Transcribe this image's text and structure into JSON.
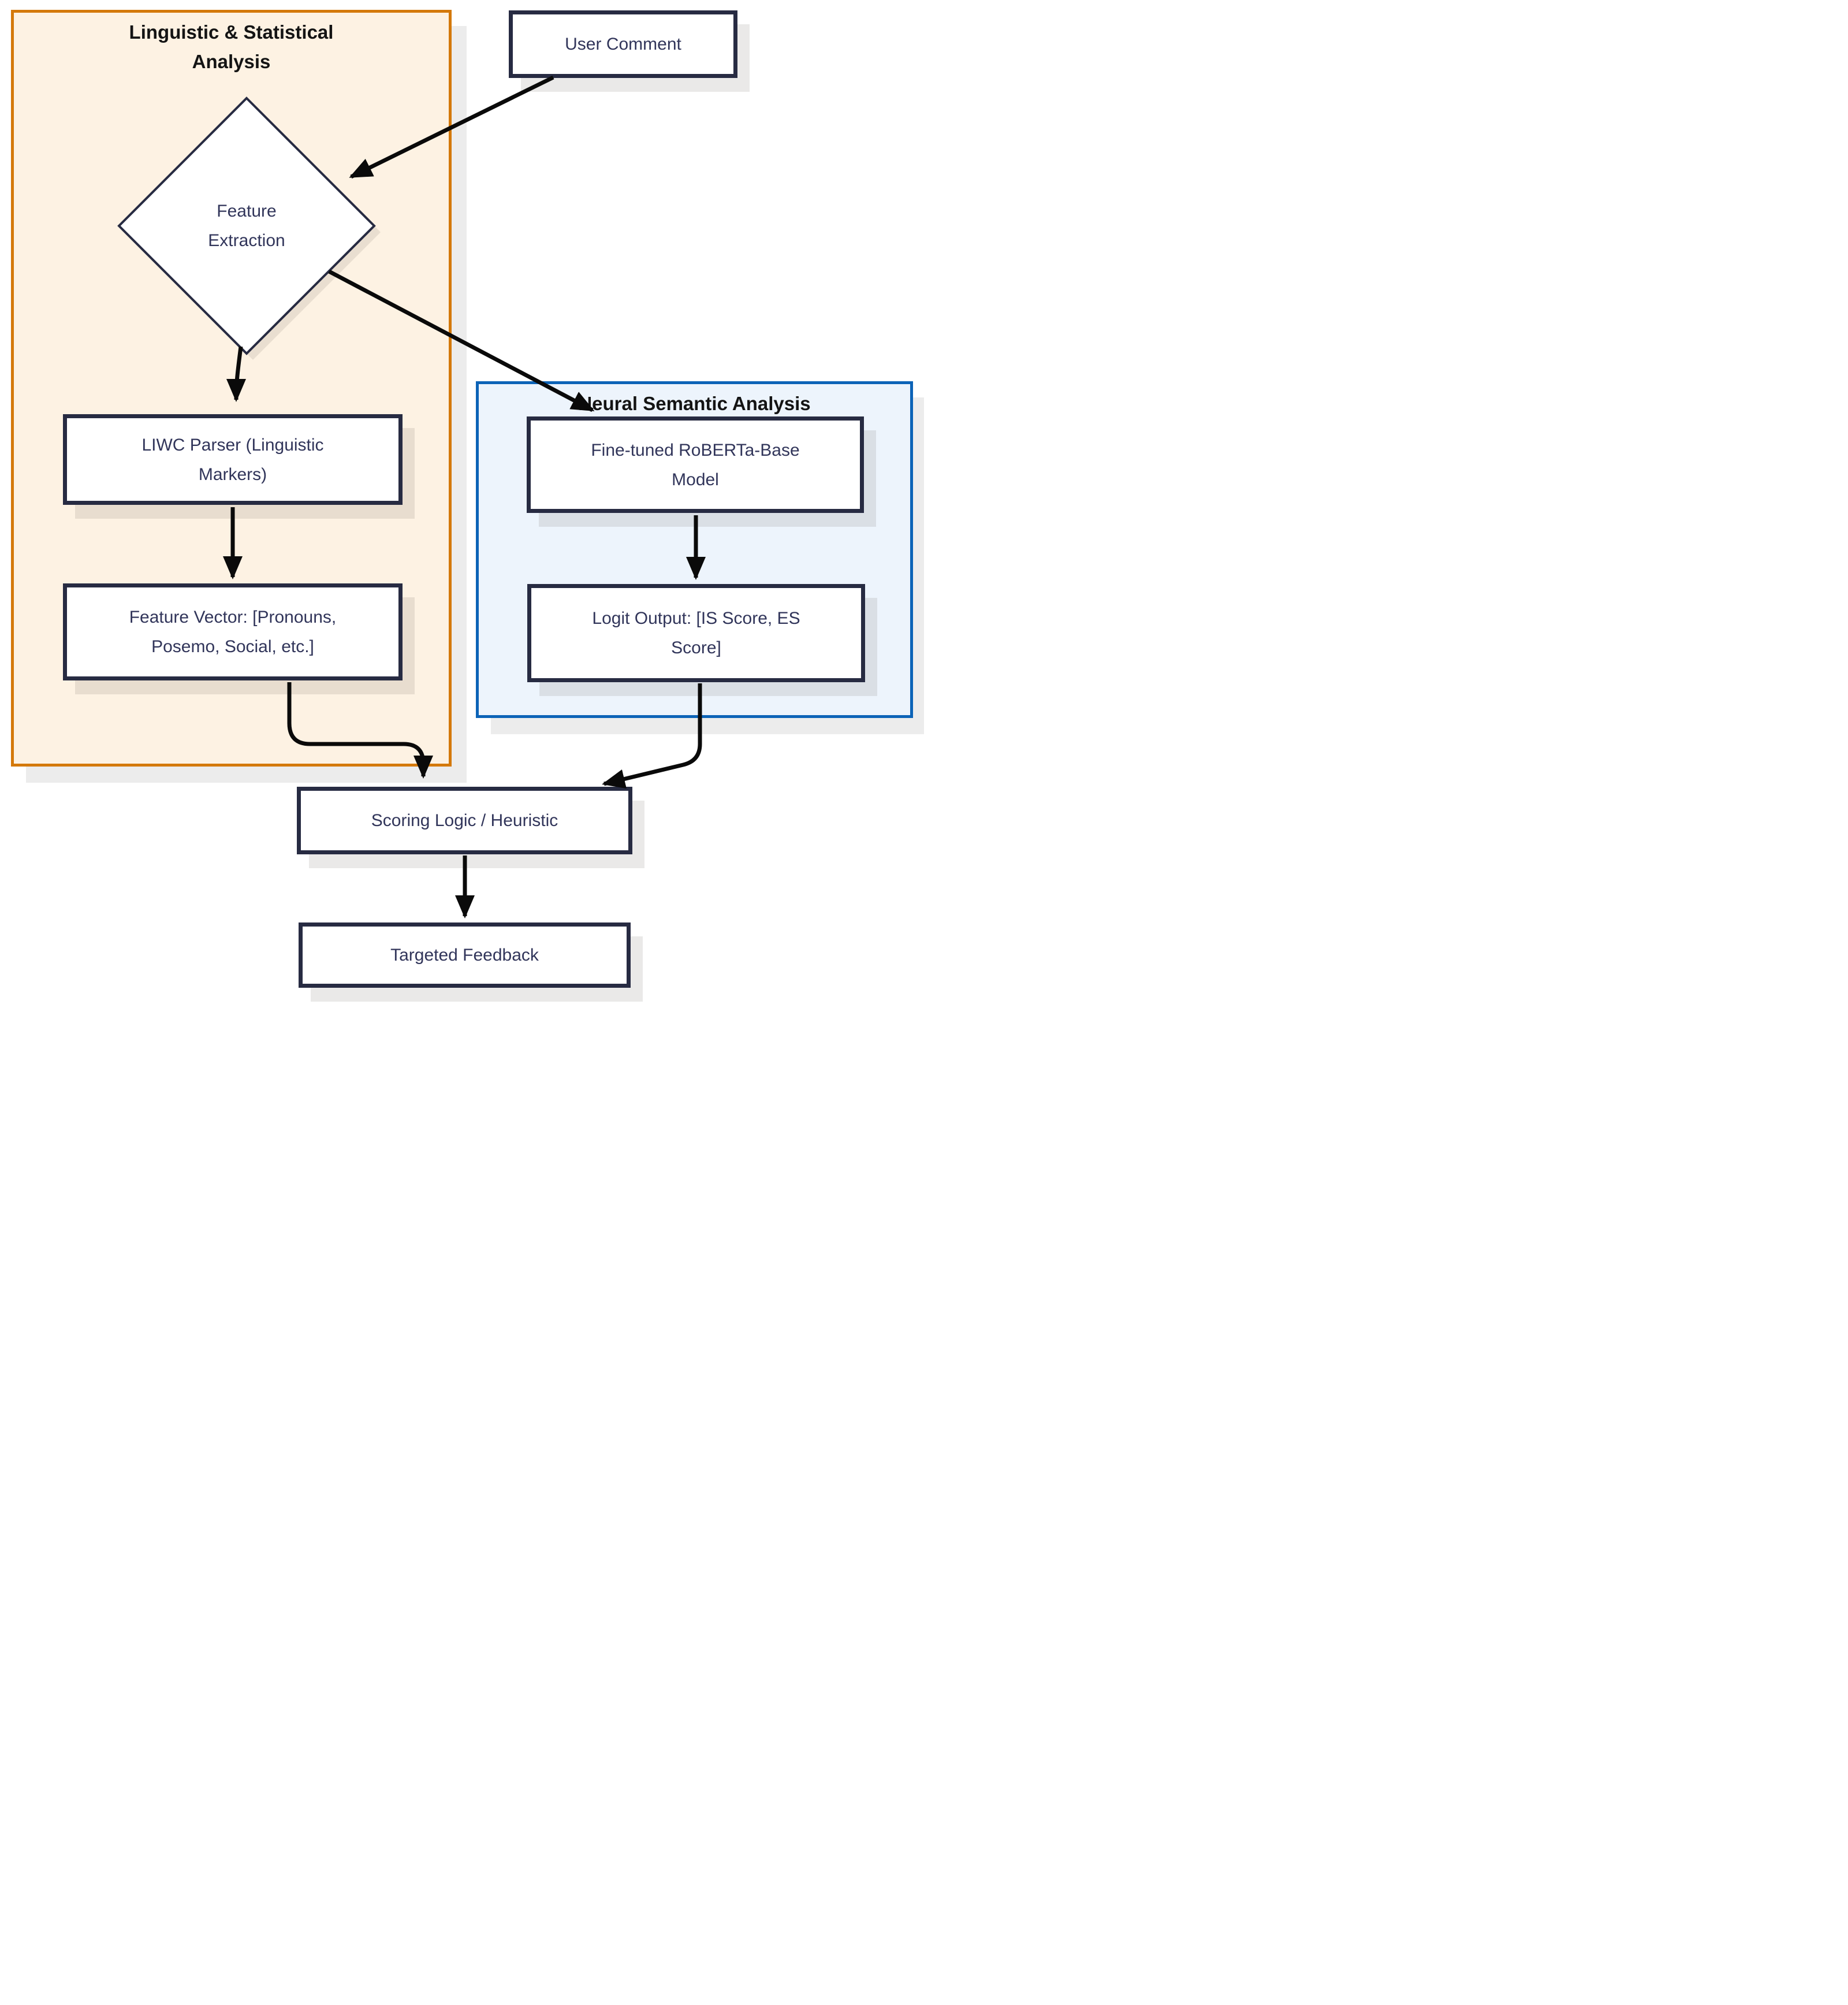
{
  "diagram": {
    "containers": {
      "linguistic": {
        "title": "Linguistic & Statistical Analysis",
        "border_color": "#d4790b",
        "fill_color": "#fdf2e3"
      },
      "neural": {
        "title": "Neural Semantic Analysis",
        "border_color": "#0c63b7",
        "fill_color": "#edf4fc"
      }
    },
    "nodes": {
      "user_comment": {
        "label": "User Comment",
        "shape": "rectangle"
      },
      "feature_extraction": {
        "label": "Feature Extraction",
        "shape": "diamond"
      },
      "liwc_parser": {
        "label": "LIWC Parser (Linguistic Markers)",
        "shape": "rectangle"
      },
      "feature_vector": {
        "label": "Feature Vector: [Pronouns, Posemo, Social, etc.]",
        "shape": "rectangle"
      },
      "roberta_model": {
        "label": "Fine-tuned RoBERTa-Base Model",
        "shape": "rectangle"
      },
      "logit_output": {
        "label": "Logit Output: [IS Score, ES Score]",
        "shape": "rectangle"
      },
      "scoring_logic": {
        "label": "Scoring Logic / Heuristic",
        "shape": "rectangle"
      },
      "targeted_feedback": {
        "label": "Targeted Feedback",
        "shape": "rectangle"
      }
    },
    "edges": [
      {
        "from": "user_comment",
        "to": "feature_extraction"
      },
      {
        "from": "feature_extraction",
        "to": "liwc_parser"
      },
      {
        "from": "feature_extraction",
        "to": "roberta_model"
      },
      {
        "from": "liwc_parser",
        "to": "feature_vector"
      },
      {
        "from": "roberta_model",
        "to": "logit_output"
      },
      {
        "from": "feature_vector",
        "to": "scoring_logic"
      },
      {
        "from": "logit_output",
        "to": "scoring_logic"
      },
      {
        "from": "scoring_logic",
        "to": "targeted_feedback"
      }
    ],
    "colors": {
      "node_border": "#272b42",
      "node_fill": "#ffffff",
      "node_text": "#31355a",
      "title_text": "#141414",
      "arrow": "#0a0a0a",
      "background": "#ffffff"
    }
  }
}
